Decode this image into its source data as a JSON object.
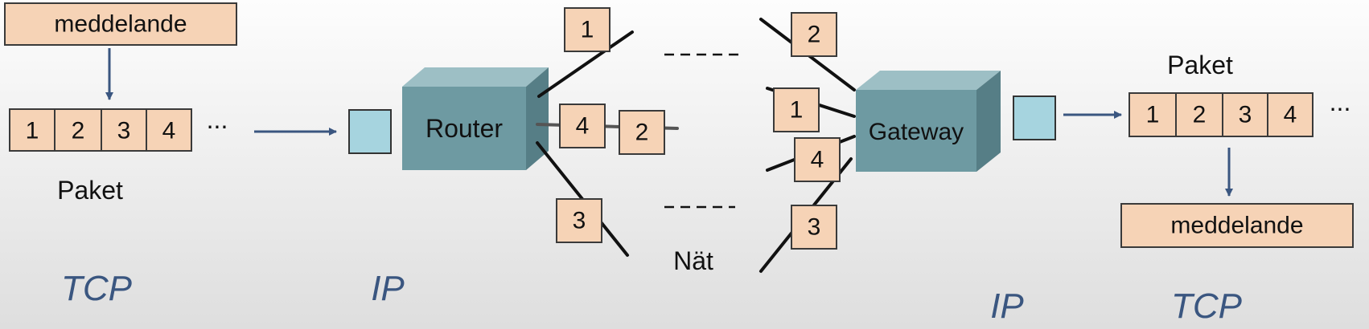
{
  "sender": {
    "message": "meddelande",
    "packets": [
      "1",
      "2",
      "3",
      "4"
    ],
    "ellipsis": "...",
    "packets_label": "Paket"
  },
  "router": {
    "label": "Router"
  },
  "gateway": {
    "label": "Gateway"
  },
  "network": {
    "label": "Nät",
    "packets_from_router": [
      "1",
      "4",
      "2",
      "3"
    ],
    "packets_to_gateway": [
      "2",
      "1",
      "4",
      "3"
    ]
  },
  "receiver": {
    "packets_label": "Paket",
    "packets": [
      "1",
      "2",
      "3",
      "4"
    ],
    "ellipsis": "...",
    "message": "meddelande"
  },
  "protocols": {
    "sender_tcp": "TCP",
    "sender_ip": "IP",
    "receiver_ip": "IP",
    "receiver_tcp": "TCP"
  },
  "colors": {
    "packet_fill": "#f6d3b6",
    "device_body": "#6e9aa2",
    "interface": "#a6d4df",
    "arrow": "#3a5680",
    "protocol_text": "#3a5680"
  }
}
